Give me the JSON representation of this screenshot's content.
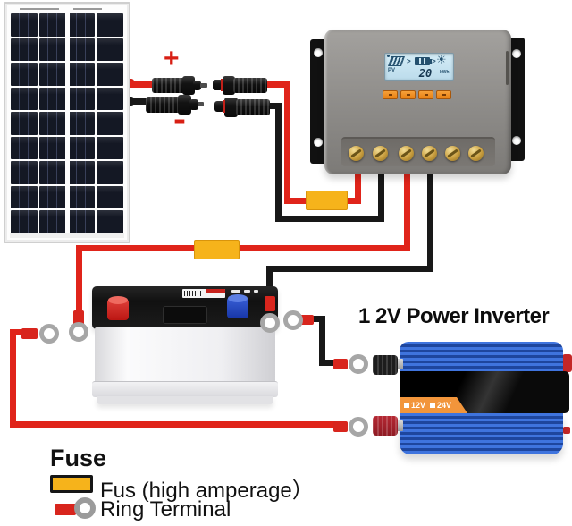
{
  "polarity": {
    "positive": "+",
    "negative": "-"
  },
  "controller": {
    "display": {
      "pv_label": "PV",
      "energy_value": "20",
      "energy_unit": "kWh",
      "flow_arrow": ">"
    }
  },
  "inverter": {
    "title": "1 2V Power Inverter",
    "modes": [
      {
        "label": "12V"
      },
      {
        "label": "24V"
      }
    ]
  },
  "legend": {
    "heading": "Fuse",
    "fuse_item": "Fus (high amperage）",
    "ring_item": "Ring Terminal"
  },
  "colors": {
    "wire_red": "#e0241a",
    "wire_black": "#181818",
    "fuse_amber": "#f6b31b",
    "inverter_blue": "#2b63d4",
    "controller_gray": "#8d8b88",
    "button_orange": "#ed8d1e",
    "lcd_blue": "#c9e4f0",
    "ring_gray": "#a6a6a6"
  }
}
